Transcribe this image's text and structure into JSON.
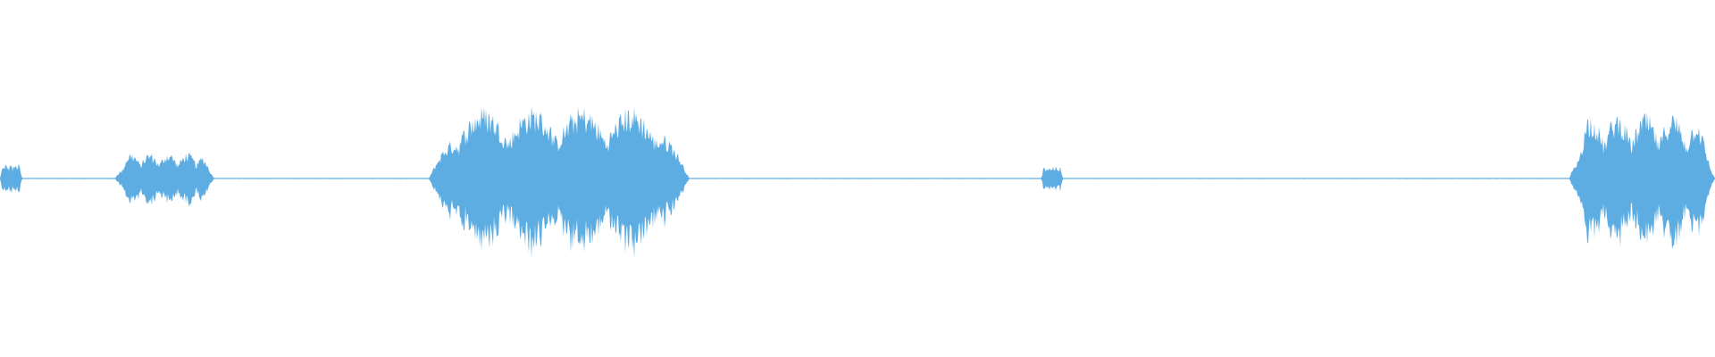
{
  "waveform": {
    "color": "#5DADE2",
    "segments": [
      {
        "start": 0.0,
        "end": 0.013,
        "amplitude": 0.12
      },
      {
        "start": 0.067,
        "end": 0.125,
        "amplitude": 0.2
      },
      {
        "start": 0.25,
        "end": 0.402,
        "amplitude": 0.55
      },
      {
        "start": 0.607,
        "end": 0.62,
        "amplitude": 0.1
      },
      {
        "start": 0.915,
        "end": 1.0,
        "amplitude": 0.5
      }
    ]
  }
}
